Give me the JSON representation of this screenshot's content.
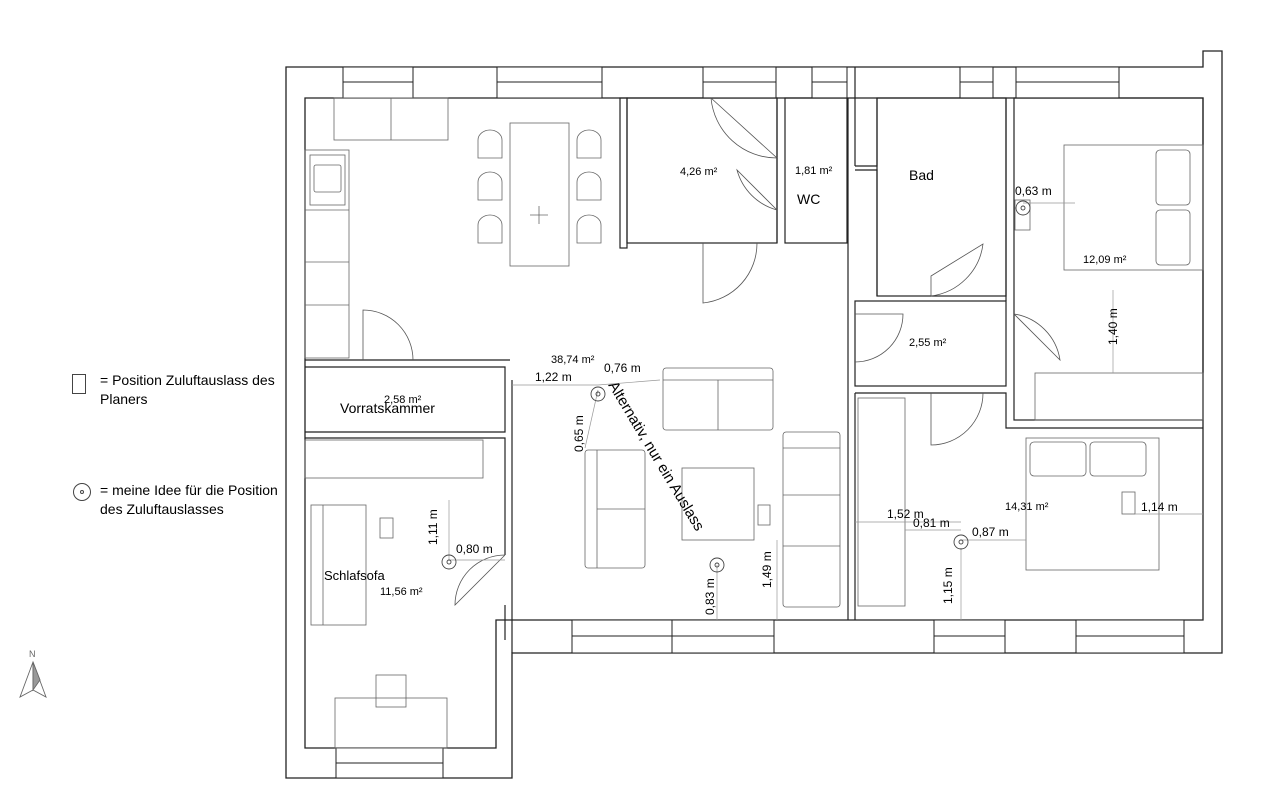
{
  "legend": {
    "planner_outlet": "= Position Zuluftauslass des Planers",
    "my_outlet": "= meine Idee für die Position des Zuluftauslasses"
  },
  "compass": {
    "label": "N"
  },
  "rooms": {
    "living_area": "38,74 m²",
    "storage_area": "2,58 m²",
    "storage_name": "Vorratskammer",
    "guest_area": "11,56 m²",
    "guest_sofa": "Schlafsofa",
    "small_room_area": "4,26 m²",
    "wc_area": "1,81 m²",
    "wc_name": "WC",
    "bath_name": "Bad",
    "hall_area": "2,55 m²",
    "bedroom1_area": "12,09 m²",
    "bedroom2_area": "14,31 m²"
  },
  "dims": {
    "d122": "1,22 m",
    "d076": "0,76 m",
    "d065": "0,65 m",
    "d111": "1,11 m",
    "d080": "0,80 m",
    "d083": "0,83 m",
    "d149": "1,49 m",
    "d063": "0,63 m",
    "d140": "1,40 m",
    "d152": "1,52 m",
    "d081": "0,81 m",
    "d087": "0,87 m",
    "d115": "1,15 m",
    "d114": "1,14 m"
  },
  "annotation": "Alternativ, nur ein Auslass"
}
